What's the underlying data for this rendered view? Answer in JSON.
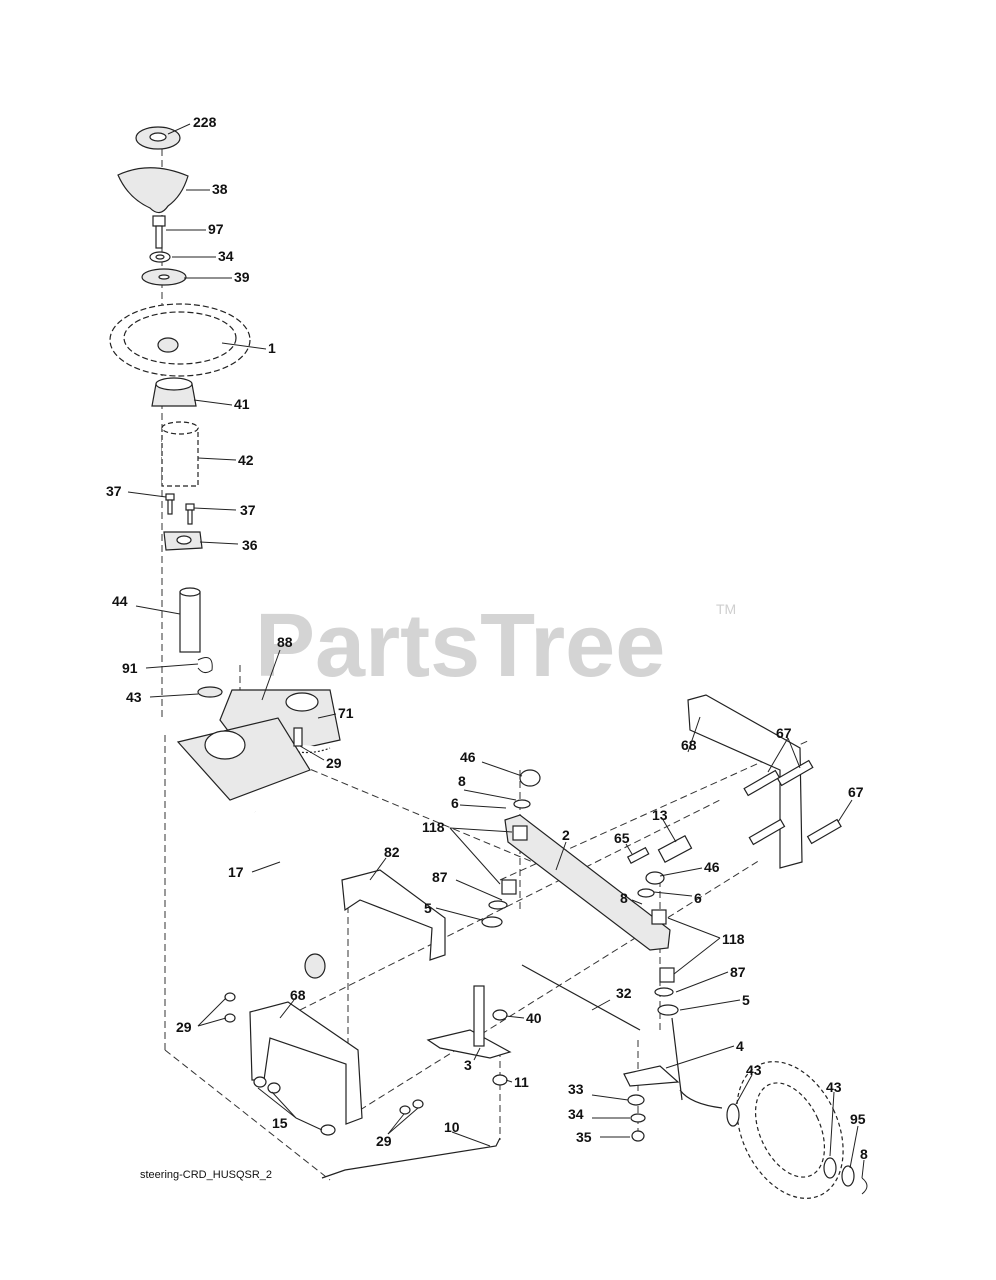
{
  "watermark": {
    "text": "PartsTree",
    "trademark": "TM"
  },
  "caption": "steering-CRD_HUSQSR_2",
  "callouts": [
    {
      "id": "c228",
      "label": "228"
    },
    {
      "id": "c38",
      "label": "38"
    },
    {
      "id": "c97",
      "label": "97"
    },
    {
      "id": "c34a",
      "label": "34"
    },
    {
      "id": "c39",
      "label": "39"
    },
    {
      "id": "c1",
      "label": "1"
    },
    {
      "id": "c41",
      "label": "41"
    },
    {
      "id": "c42",
      "label": "42"
    },
    {
      "id": "c37a",
      "label": "37"
    },
    {
      "id": "c37b",
      "label": "37"
    },
    {
      "id": "c36",
      "label": "36"
    },
    {
      "id": "c44",
      "label": "44"
    },
    {
      "id": "c88",
      "label": "88"
    },
    {
      "id": "c91",
      "label": "91"
    },
    {
      "id": "c43a",
      "label": "43"
    },
    {
      "id": "c71",
      "label": "71"
    },
    {
      "id": "c29a",
      "label": "29"
    },
    {
      "id": "c46a",
      "label": "46"
    },
    {
      "id": "c8a",
      "label": "8"
    },
    {
      "id": "c6a",
      "label": "6"
    },
    {
      "id": "c118a",
      "label": "118"
    },
    {
      "id": "c68a",
      "label": "68"
    },
    {
      "id": "c67a",
      "label": "67"
    },
    {
      "id": "c67b",
      "label": "67"
    },
    {
      "id": "c13",
      "label": "13"
    },
    {
      "id": "c65",
      "label": "65"
    },
    {
      "id": "c2",
      "label": "2"
    },
    {
      "id": "c46b",
      "label": "46"
    },
    {
      "id": "c6b",
      "label": "6"
    },
    {
      "id": "c8b",
      "label": "8"
    },
    {
      "id": "c82",
      "label": "82"
    },
    {
      "id": "c17",
      "label": "17"
    },
    {
      "id": "c87a",
      "label": "87"
    },
    {
      "id": "c5a",
      "label": "5"
    },
    {
      "id": "c118b",
      "label": "118"
    },
    {
      "id": "c87b",
      "label": "87"
    },
    {
      "id": "c5b",
      "label": "5"
    },
    {
      "id": "c68b",
      "label": "68"
    },
    {
      "id": "c29b",
      "label": "29"
    },
    {
      "id": "c40",
      "label": "40"
    },
    {
      "id": "c32",
      "label": "32"
    },
    {
      "id": "c3",
      "label": "3"
    },
    {
      "id": "c4",
      "label": "4"
    },
    {
      "id": "c43b",
      "label": "43"
    },
    {
      "id": "c43c",
      "label": "43"
    },
    {
      "id": "c11",
      "label": "11"
    },
    {
      "id": "c33",
      "label": "33"
    },
    {
      "id": "c15",
      "label": "15"
    },
    {
      "id": "c34b",
      "label": "34"
    },
    {
      "id": "c95",
      "label": "95"
    },
    {
      "id": "c29c",
      "label": "29"
    },
    {
      "id": "c35",
      "label": "35"
    },
    {
      "id": "c10",
      "label": "10"
    },
    {
      "id": "c8c",
      "label": "8"
    }
  ]
}
